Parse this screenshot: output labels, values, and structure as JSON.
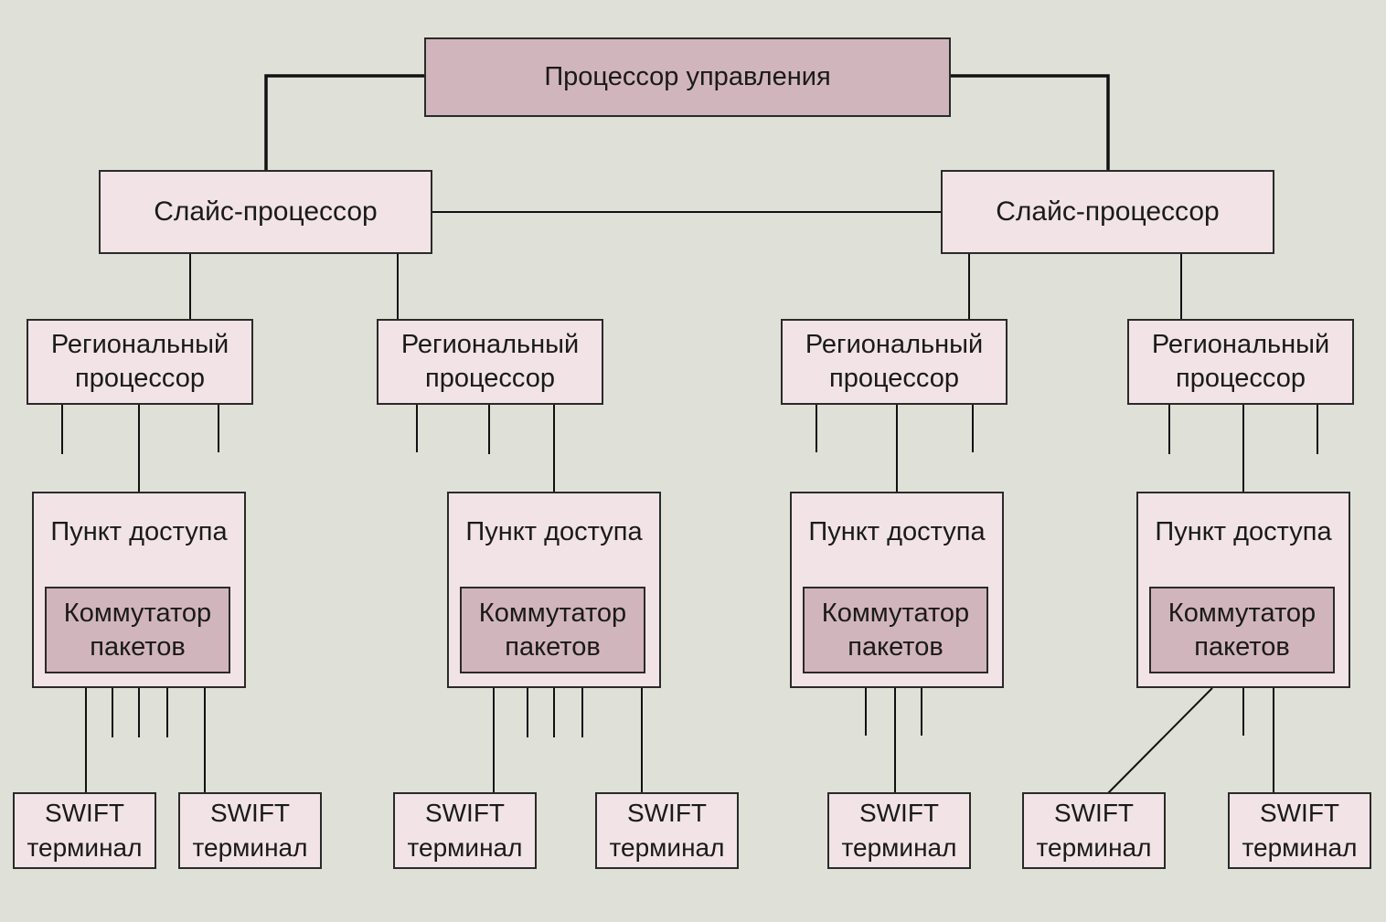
{
  "control_processor": {
    "label": "Процессор управления"
  },
  "slice_processors": [
    {
      "label": "Слайс-процессор"
    },
    {
      "label": "Слайс-процессор"
    }
  ],
  "regional_processors": [
    {
      "label": "Региональный\nпроцессор"
    },
    {
      "label": "Региональный\nпроцессор"
    },
    {
      "label": "Региональный\nпроцессор"
    },
    {
      "label": "Региональный\nпроцессор"
    }
  ],
  "access_points": [
    {
      "label": "Пункт доступа",
      "switch_label": "Коммутатор\nпакетов"
    },
    {
      "label": "Пункт доступа",
      "switch_label": "Коммутатор\nпакетов"
    },
    {
      "label": "Пункт доступа",
      "switch_label": "Коммутатор\nпакетов"
    },
    {
      "label": "Пункт доступа",
      "switch_label": "Коммутатор\nпакетов"
    }
  ],
  "swift_terminals": [
    {
      "label": "SWIFT\nтерминал"
    },
    {
      "label": "SWIFT\nтерминал"
    },
    {
      "label": "SWIFT\nтерминал"
    },
    {
      "label": "SWIFT\nтерминал"
    },
    {
      "label": "SWIFT\nтерминал"
    },
    {
      "label": "SWIFT\nтерминал"
    },
    {
      "label": "SWIFT\nтерминал"
    }
  ],
  "colors": {
    "background": "#dfe0d7",
    "box_light": "#f1e3e6",
    "box_dark": "#d1b5bd",
    "line": "#111111"
  }
}
